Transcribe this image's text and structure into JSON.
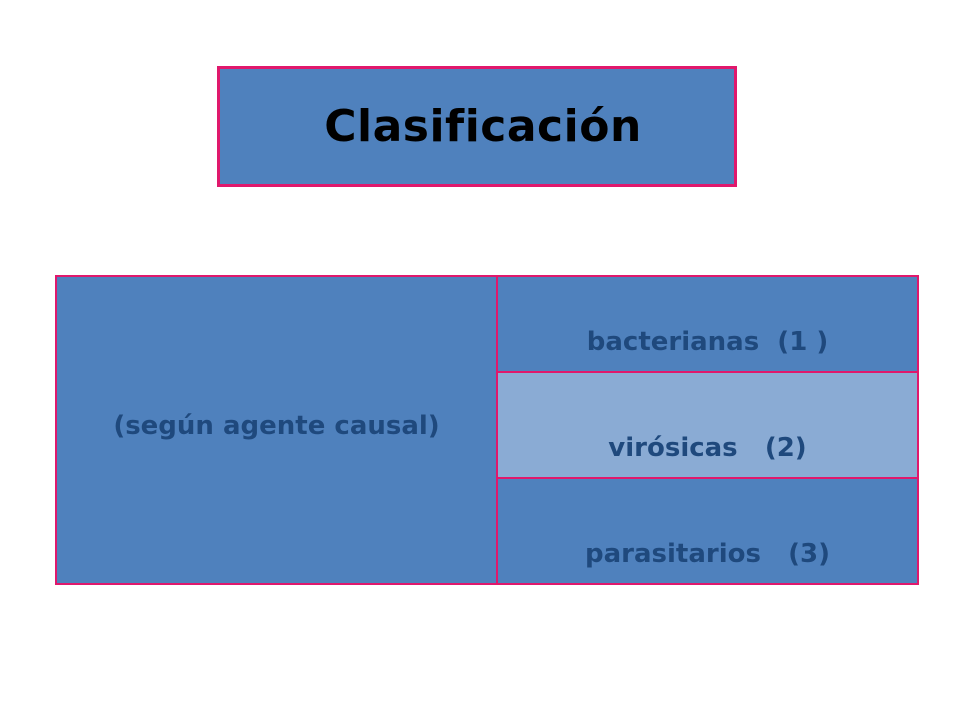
{
  "title": "Clasificación",
  "table": {
    "criterion": "(según agente causal)",
    "types": [
      {
        "label": "bacterianas  (1 )"
      },
      {
        "label": "virósicas   (2)"
      },
      {
        "label": "parasitarios   (3)"
      }
    ]
  },
  "colors": {
    "box_fill": "#4f81bd",
    "box_fill_light": "#8aabd4",
    "border": "#e0186c",
    "text": "#1f497d",
    "title_text": "#000000"
  }
}
